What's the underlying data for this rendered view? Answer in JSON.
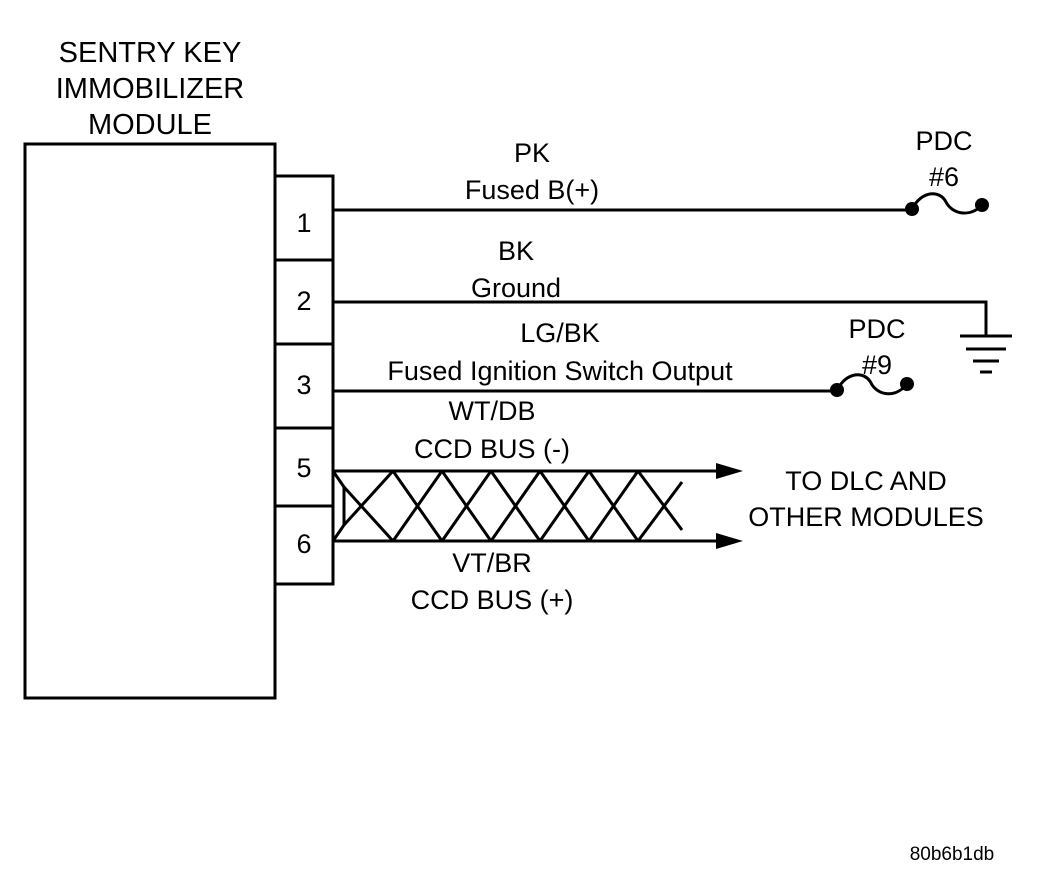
{
  "module": {
    "title_lines": [
      "SENTRY KEY",
      "IMMOBILIZER",
      "MODULE"
    ]
  },
  "pins": [
    "1",
    "2",
    "3",
    "5",
    "6"
  ],
  "wires": {
    "pin1": {
      "color": "PK",
      "circuit": "Fused B(+)"
    },
    "pin2": {
      "color": "BK",
      "circuit": "Ground"
    },
    "pin3": {
      "color": "LG/BK",
      "circuit": "Fused Ignition Switch Output"
    },
    "pin5": {
      "color": "WT/DB",
      "circuit": "CCD BUS (-)"
    },
    "pin6": {
      "color": "VT/BR",
      "circuit": "CCD BUS (+)"
    }
  },
  "fuses": {
    "fuse6": {
      "line1": "PDC",
      "line2": "#6"
    },
    "fuse9": {
      "line1": "PDC",
      "line2": "#9"
    }
  },
  "destination": [
    "TO DLC AND",
    "OTHER MODULES"
  ],
  "figure_id": "80b6b1db",
  "icons": {
    "ground": "ground-symbol-icon",
    "fuse": "fuse-icon",
    "arrow": "arrow-right-icon"
  }
}
